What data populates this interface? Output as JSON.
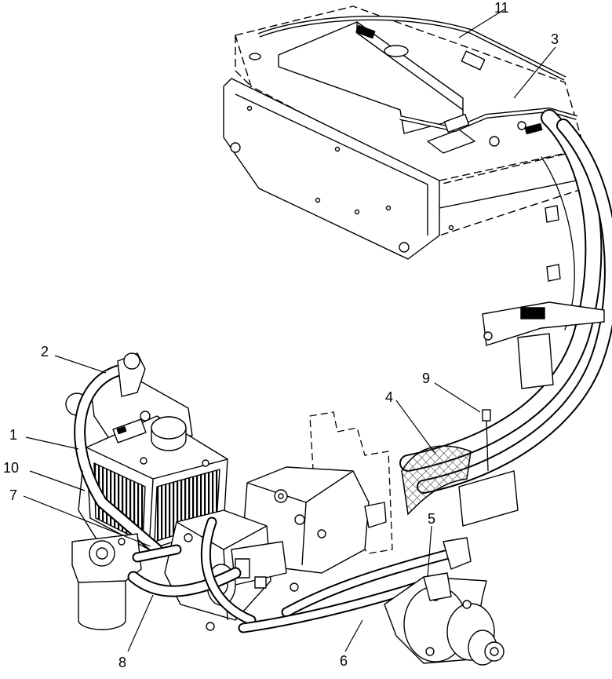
{
  "callouts": {
    "c1": "1",
    "c2": "2",
    "c3": "3",
    "c4": "4",
    "c5": "5",
    "c6": "6",
    "c7": "7",
    "c8": "8",
    "c9": "9",
    "c10": "10",
    "c11": "11"
  },
  "colors": {
    "line": "#000000",
    "background": "#ffffff",
    "hatch": "#555555"
  }
}
